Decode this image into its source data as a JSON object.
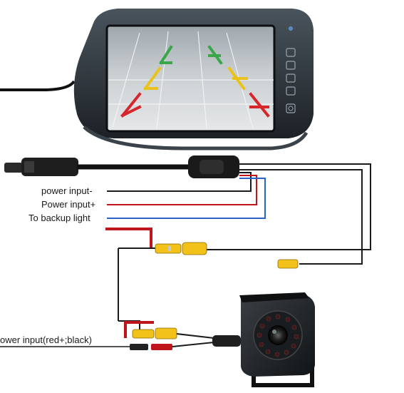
{
  "labels": {
    "power_minus": "power input-",
    "power_plus": "Power input+",
    "backup_light": "To backup light",
    "camera_power": "ower input(red+;black)"
  },
  "colors": {
    "wire_black": "#1b1b1b",
    "wire_red": "#c0161b",
    "wire_blue": "#2a62c8",
    "rca_yellow": "#f2c21a",
    "monitor_body": "#2b3238",
    "road_green": "#3aa64a",
    "road_yellow": "#e9c21c",
    "road_red": "#d6262c"
  },
  "icons": {
    "monitor_buttons": [
      "menu-icon",
      "mode-icon",
      "up-icon",
      "down-icon",
      "power-icon"
    ]
  }
}
